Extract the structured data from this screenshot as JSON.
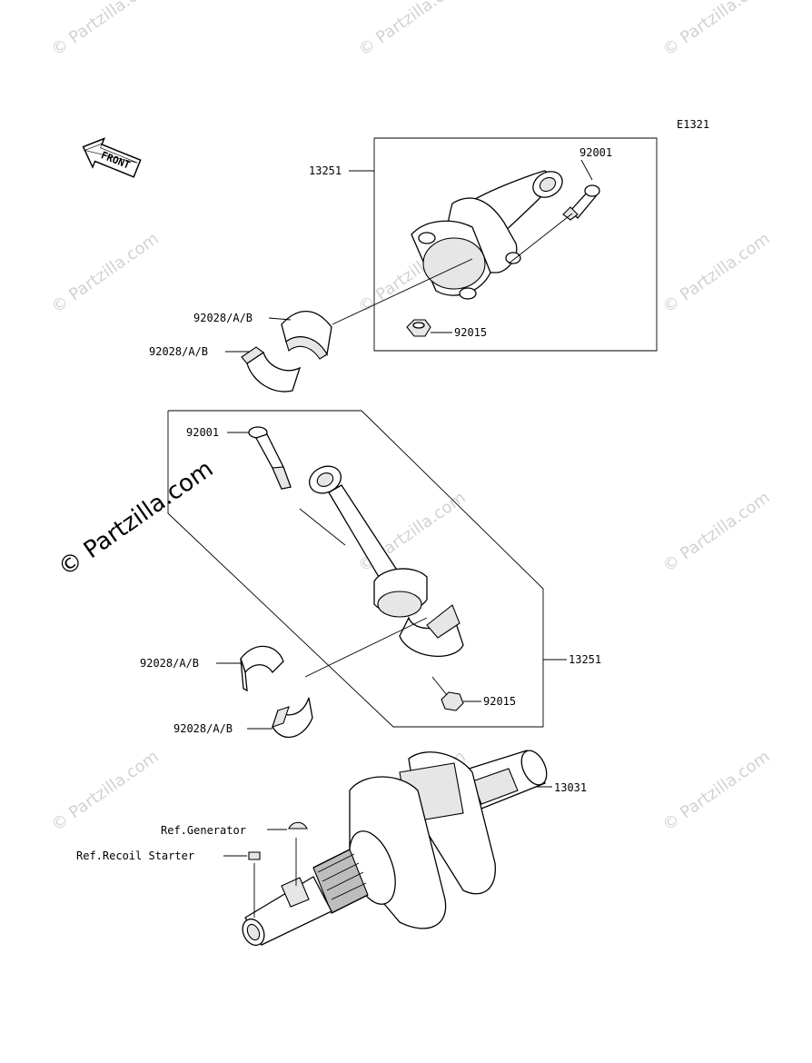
{
  "diagram_code": "E1321",
  "front_arrow_label": "FRONT",
  "watermark_text": "© Partzilla.com",
  "callouts": {
    "rod_assy_top": "13251",
    "bolt_top": "92001",
    "nut_top": "92015",
    "bearing_top_1": "92028/A/B",
    "bearing_top_2": "92028/A/B",
    "bolt_mid": "92001",
    "rod_assy_mid": "13251",
    "nut_mid": "92015",
    "bearing_mid_1": "92028/A/B",
    "bearing_mid_2": "92028/A/B",
    "crankshaft": "13031",
    "ref_generator": "Ref.Generator",
    "ref_recoil_starter": "Ref.Recoil Starter"
  },
  "colors": {
    "line": "#000000",
    "watermark": "#d2d2d2",
    "background": "#ffffff"
  }
}
